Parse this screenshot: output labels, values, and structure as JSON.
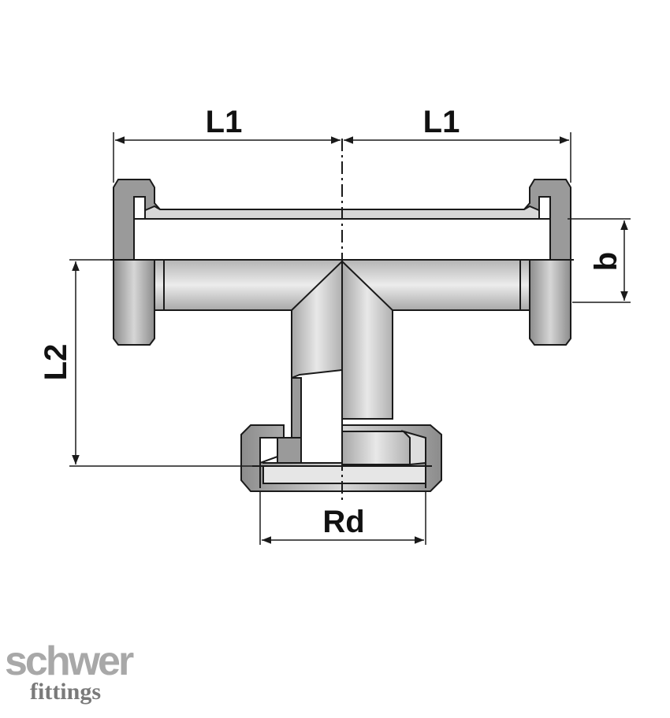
{
  "dimensions": {
    "l1_left": "L1",
    "l1_right": "L1",
    "l2": "L2",
    "b": "b",
    "rd": "Rd"
  },
  "brand": {
    "name_top": "schwer",
    "name_bottom": "fittings"
  },
  "colors": {
    "outline": "#1a1a1a",
    "fill_light": "#e2e2e2",
    "fill_mid": "#bdbdbd",
    "fill_dark": "#8f8f8f",
    "brand": "#a8a8a8"
  }
}
